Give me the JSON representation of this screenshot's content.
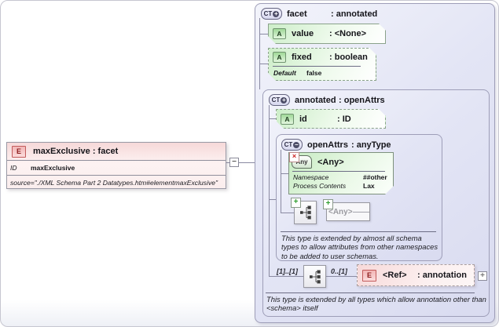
{
  "element_box": {
    "icon_letter": "E",
    "title": "maxExclusive : facet",
    "row_label": "ID",
    "row_value": "maxExclusive",
    "source_row": "source=\"./XML Schema Part 2 Datatypes.htm#elementmaxExclusive\""
  },
  "collapse_toggle": "−",
  "facet": {
    "icon": "CT",
    "badge": "+",
    "name": "facet",
    "type": ": annotated",
    "value_attr": {
      "icon": "A",
      "name": "value",
      "type": ": <None>"
    },
    "fixed_attr": {
      "icon": "A",
      "name": "fixed",
      "type": ": boolean",
      "default_label": "Default",
      "default_value": "false"
    },
    "annotated": {
      "icon": "CT",
      "badge": "+",
      "name": "annotated",
      "type": ": openAttrs",
      "id_attr": {
        "icon": "A",
        "name": "id",
        "type": ": ID"
      },
      "openattrs": {
        "icon": "CT",
        "badge": "−",
        "name": "openAttrs",
        "type": ": anyType",
        "any": {
          "icon_label": "Any",
          "x_badge": "×",
          "title": "<Any>",
          "ns_label": "Namespace",
          "ns_value": "##other",
          "pc_label": "Process Contents",
          "pc_value": "Lax"
        },
        "choice_plus": "+",
        "collapsed_any": {
          "plus": "+",
          "label": "<Any>"
        },
        "annotation": "This type is extended by almost all schema types to allow attributes from other namespaces to be added to user schemas."
      },
      "occ_left": "[1]..[1]",
      "occ_right": "0..[1]",
      "ref": {
        "icon_letter": "E",
        "name": "<Ref>",
        "type": ": annotation",
        "expand": "+"
      },
      "annotation": "This type is extended by all types which allow annotation other than <schema> itself"
    }
  }
}
